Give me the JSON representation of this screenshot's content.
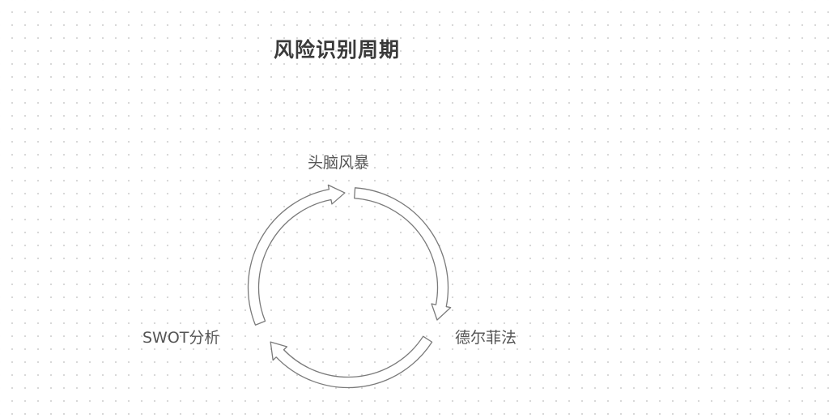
{
  "diagram": {
    "title": "风险识别周期",
    "steps": [
      {
        "label": "头脑风暴"
      },
      {
        "label": "德尔菲法"
      },
      {
        "label": "SWOT分析"
      }
    ]
  },
  "colors": {
    "arrow_stroke": "#7a7a7a",
    "arrow_fill": "#ffffff",
    "title_text": "#3a3a3a",
    "label_text": "#555555"
  }
}
